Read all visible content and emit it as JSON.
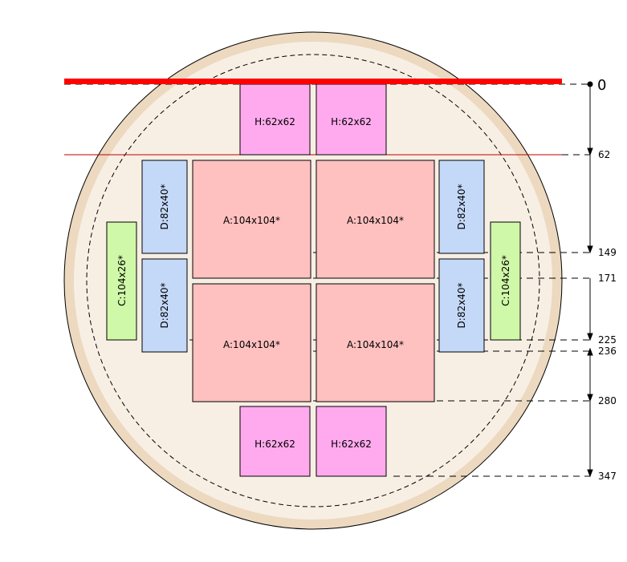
{
  "colors": {
    "wafer_edge": "#ecd9c0",
    "wafer_inner": "#f8efe4",
    "flat_line": "#ff0000",
    "thin_line": "#c00000",
    "dims": "#000000",
    "die_A": "#ffc0c0",
    "die_H": "#ffaaee",
    "die_D": "#c4d8f8",
    "die_C": "#cff8a8"
  },
  "wafer": {
    "top_marker": "0"
  },
  "dimensions": [
    "62",
    "149",
    "171",
    "225",
    "236",
    "280",
    "347"
  ],
  "dies": {
    "H_top_left": "H:62x62",
    "H_top_right": "H:62x62",
    "A_top_left": "A:104x104*",
    "A_top_right": "A:104x104*",
    "A_bottom_left": "A:104x104*",
    "A_bottom_right": "A:104x104*",
    "H_bottom_left": "H:62x62",
    "H_bottom_right": "H:62x62",
    "D_left_top": "D:82x40*",
    "D_left_bottom": "D:82x40*",
    "D_right_top": "D:82x40*",
    "D_right_bottom": "D:82x40*",
    "C_left": "C:104x26*",
    "C_right": "C:104x26*"
  }
}
